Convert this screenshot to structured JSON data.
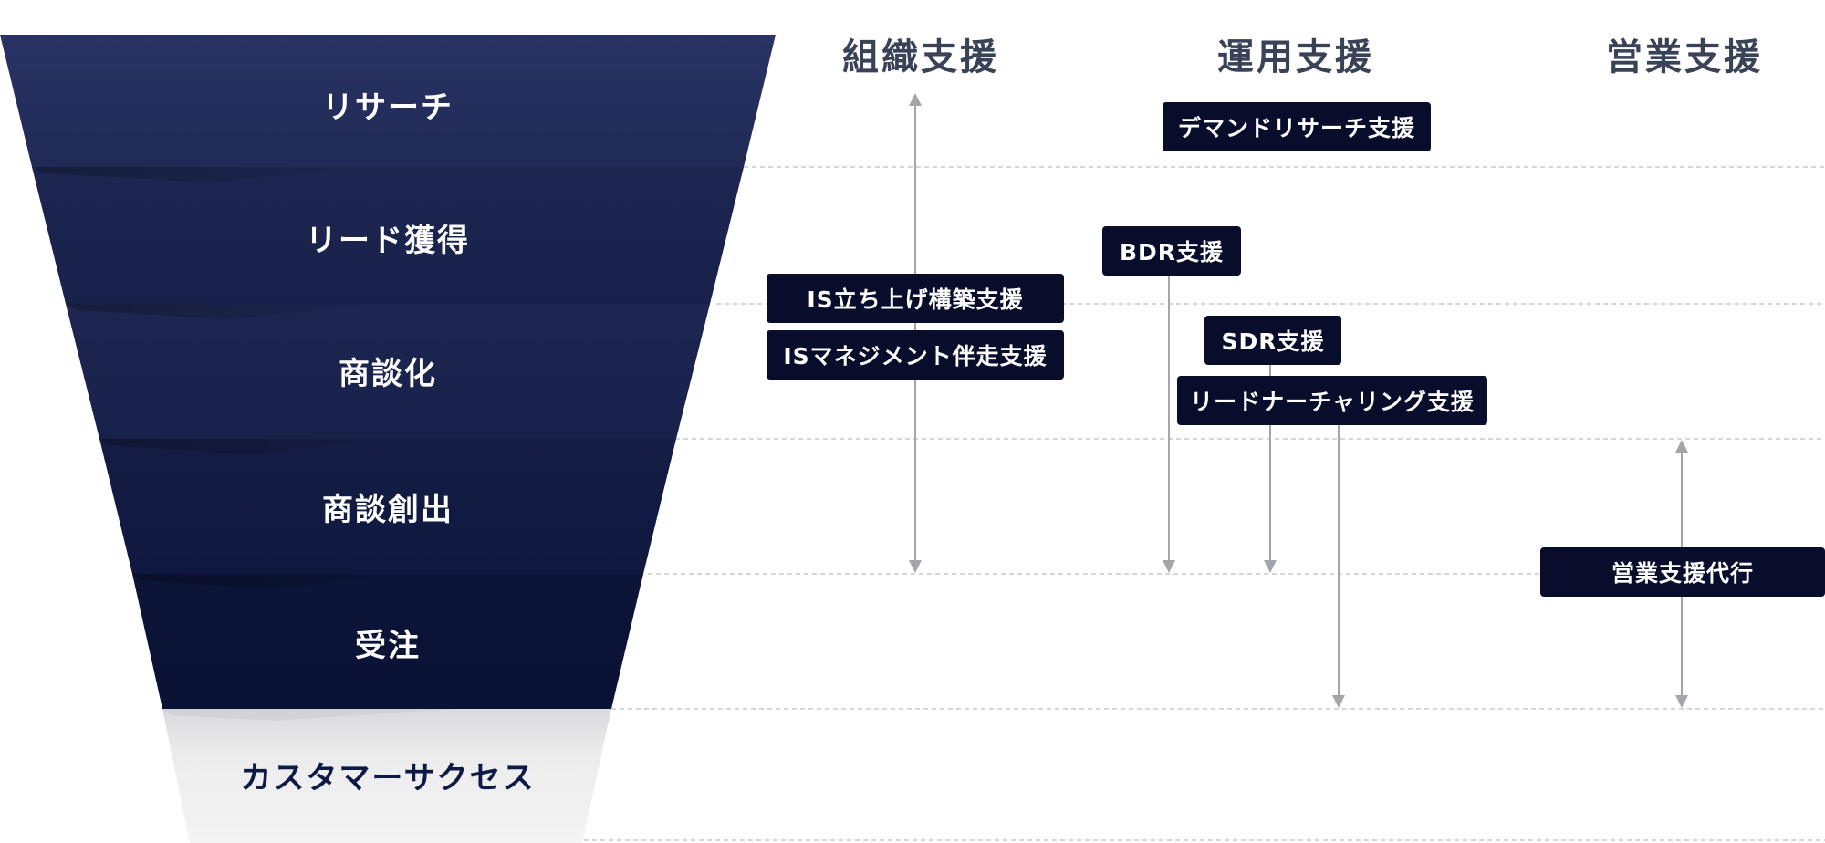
{
  "stages": [
    "リサーチ",
    "リード獲得",
    "商談化",
    "商談創出",
    "受注",
    "カスタマーサクセス"
  ],
  "columns": {
    "org": "組織支援",
    "ops": "運用支援",
    "sales": "営業支援"
  },
  "services": {
    "is_setup": "IS立ち上げ構築支援",
    "is_management": "ISマネジメント伴走支援",
    "demand_research": "デマンドリサーチ支援",
    "bdr": "BDR支援",
    "sdr": "SDR支援",
    "lead_nurturing": "リードナーチャリング支援",
    "sales_agency": "営業支援代行"
  },
  "colors": {
    "funnel_top": "#26305c",
    "funnel_bottom": "#0b143a",
    "tag_bg": "#070d2b",
    "arrow": "#a3a5aa",
    "guide_line": "#c8c9cc",
    "cs_gray": "#e3e3e4"
  }
}
